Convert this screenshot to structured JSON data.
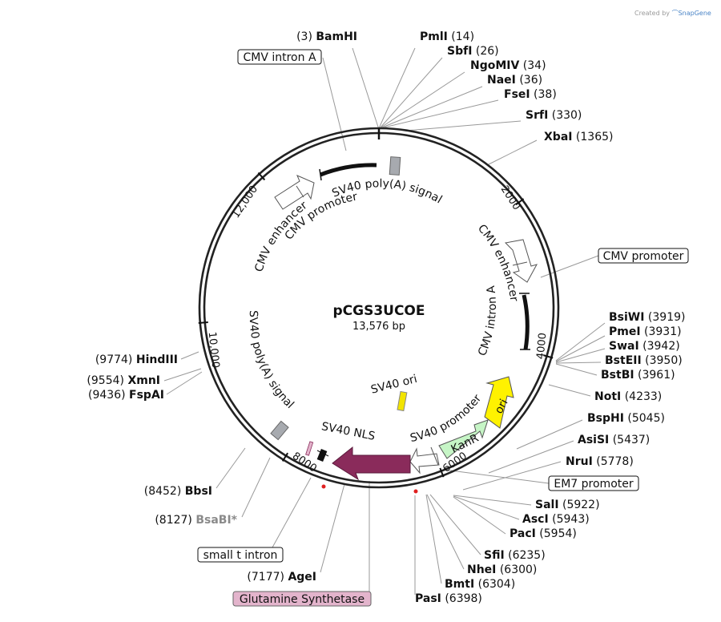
{
  "credit": {
    "prefix": "Created by",
    "brand": "SnapGene"
  },
  "plasmid": {
    "name": "pCGS3UCOE",
    "size_label": "13,576 bp",
    "length": 13576
  },
  "colors": {
    "glutamine": "#8a2b5b",
    "glutamine_box": "#e3b4cc",
    "kanr": "#c6f5c6",
    "ori": "#fff200",
    "sv40ori": "#f2e400",
    "gray_feature": "#a7aaaf",
    "line": "#999999"
  },
  "ticks": [
    {
      "label": "2000",
      "pos": 2000
    },
    {
      "label": "4000",
      "pos": 4000
    },
    {
      "label": "6000",
      "pos": 6000
    },
    {
      "label": "8000",
      "pos": 8000
    },
    {
      "label": "10,000",
      "pos": 10000
    },
    {
      "label": "12,000",
      "pos": 12000
    }
  ],
  "sites": [
    {
      "name": "BamHI",
      "pos": "(3)",
      "side": "left",
      "gray": false
    },
    {
      "name": "PmlI",
      "pos": "(14)",
      "side": "right",
      "gray": false
    },
    {
      "name": "SbfI",
      "pos": "(26)",
      "side": "right",
      "gray": false
    },
    {
      "name": "NgoMIV",
      "pos": "(34)",
      "side": "right",
      "gray": false
    },
    {
      "name": "NaeI",
      "pos": "(36)",
      "side": "right",
      "gray": false
    },
    {
      "name": "FseI",
      "pos": "(38)",
      "side": "right",
      "gray": false
    },
    {
      "name": "SrfI",
      "pos": "(330)",
      "side": "right",
      "gray": false
    },
    {
      "name": "XbaI",
      "pos": "(1365)",
      "side": "right",
      "gray": false
    },
    {
      "name": "BsiWI",
      "pos": "(3919)",
      "side": "right",
      "gray": false
    },
    {
      "name": "PmeI",
      "pos": "(3931)",
      "side": "right",
      "gray": false
    },
    {
      "name": "SwaI",
      "pos": "(3942)",
      "side": "right",
      "gray": false
    },
    {
      "name": "BstEII",
      "pos": "(3950)",
      "side": "right",
      "gray": false
    },
    {
      "name": "BstBI",
      "pos": "(3961)",
      "side": "right",
      "gray": false
    },
    {
      "name": "NotI",
      "pos": "(4233)",
      "side": "right",
      "gray": false
    },
    {
      "name": "BspHI",
      "pos": "(5045)",
      "side": "right",
      "gray": false
    },
    {
      "name": "AsiSI",
      "pos": "(5437)",
      "side": "right",
      "gray": false
    },
    {
      "name": "NruI",
      "pos": "(5778)",
      "side": "right",
      "gray": false
    },
    {
      "name": "SalI",
      "pos": "(5922)",
      "side": "right",
      "gray": false
    },
    {
      "name": "AscI",
      "pos": "(5943)",
      "side": "right",
      "gray": false
    },
    {
      "name": "PacI",
      "pos": "(5954)",
      "side": "right",
      "gray": false
    },
    {
      "name": "SfiI",
      "pos": "(6235)",
      "side": "right",
      "gray": false
    },
    {
      "name": "NheI",
      "pos": "(6300)",
      "side": "right",
      "gray": false
    },
    {
      "name": "BmtI",
      "pos": "(6304)",
      "side": "right",
      "gray": false
    },
    {
      "name": "PasI",
      "pos": "(6398)",
      "side": "right",
      "gray": false
    },
    {
      "name": "AgeI",
      "pos": "(7177)",
      "side": "left",
      "gray": false
    },
    {
      "name": "BsaBI*",
      "pos": "(8127)",
      "side": "left",
      "gray": true
    },
    {
      "name": "BbsI",
      "pos": "(8452)",
      "side": "left",
      "gray": false
    },
    {
      "name": "FspAI",
      "pos": "(9436)",
      "side": "left",
      "gray": false
    },
    {
      "name": "XmnI",
      "pos": "(9554)",
      "side": "left",
      "gray": false
    },
    {
      "name": "HindIII",
      "pos": "(9774)",
      "side": "left",
      "gray": false
    }
  ],
  "boxed_labels": [
    {
      "text": "CMV intron A"
    },
    {
      "text": "CMV promoter"
    },
    {
      "text": "EM7 promoter"
    },
    {
      "text": "small t intron"
    },
    {
      "text": "Glutamine Synthetase"
    }
  ],
  "features": [
    {
      "text": "SV40 poly(A) signal"
    },
    {
      "text": "CMV enhancer"
    },
    {
      "text": "CMV promoter"
    },
    {
      "text": "CMV enhancer"
    },
    {
      "text": "CMV intron A"
    },
    {
      "text": "SV40 poly(A) signal"
    },
    {
      "text": "SV40 ori"
    },
    {
      "text": "SV40 promoter"
    },
    {
      "text": "KanR"
    },
    {
      "text": "ori"
    },
    {
      "text": "SV40 NLS"
    }
  ]
}
